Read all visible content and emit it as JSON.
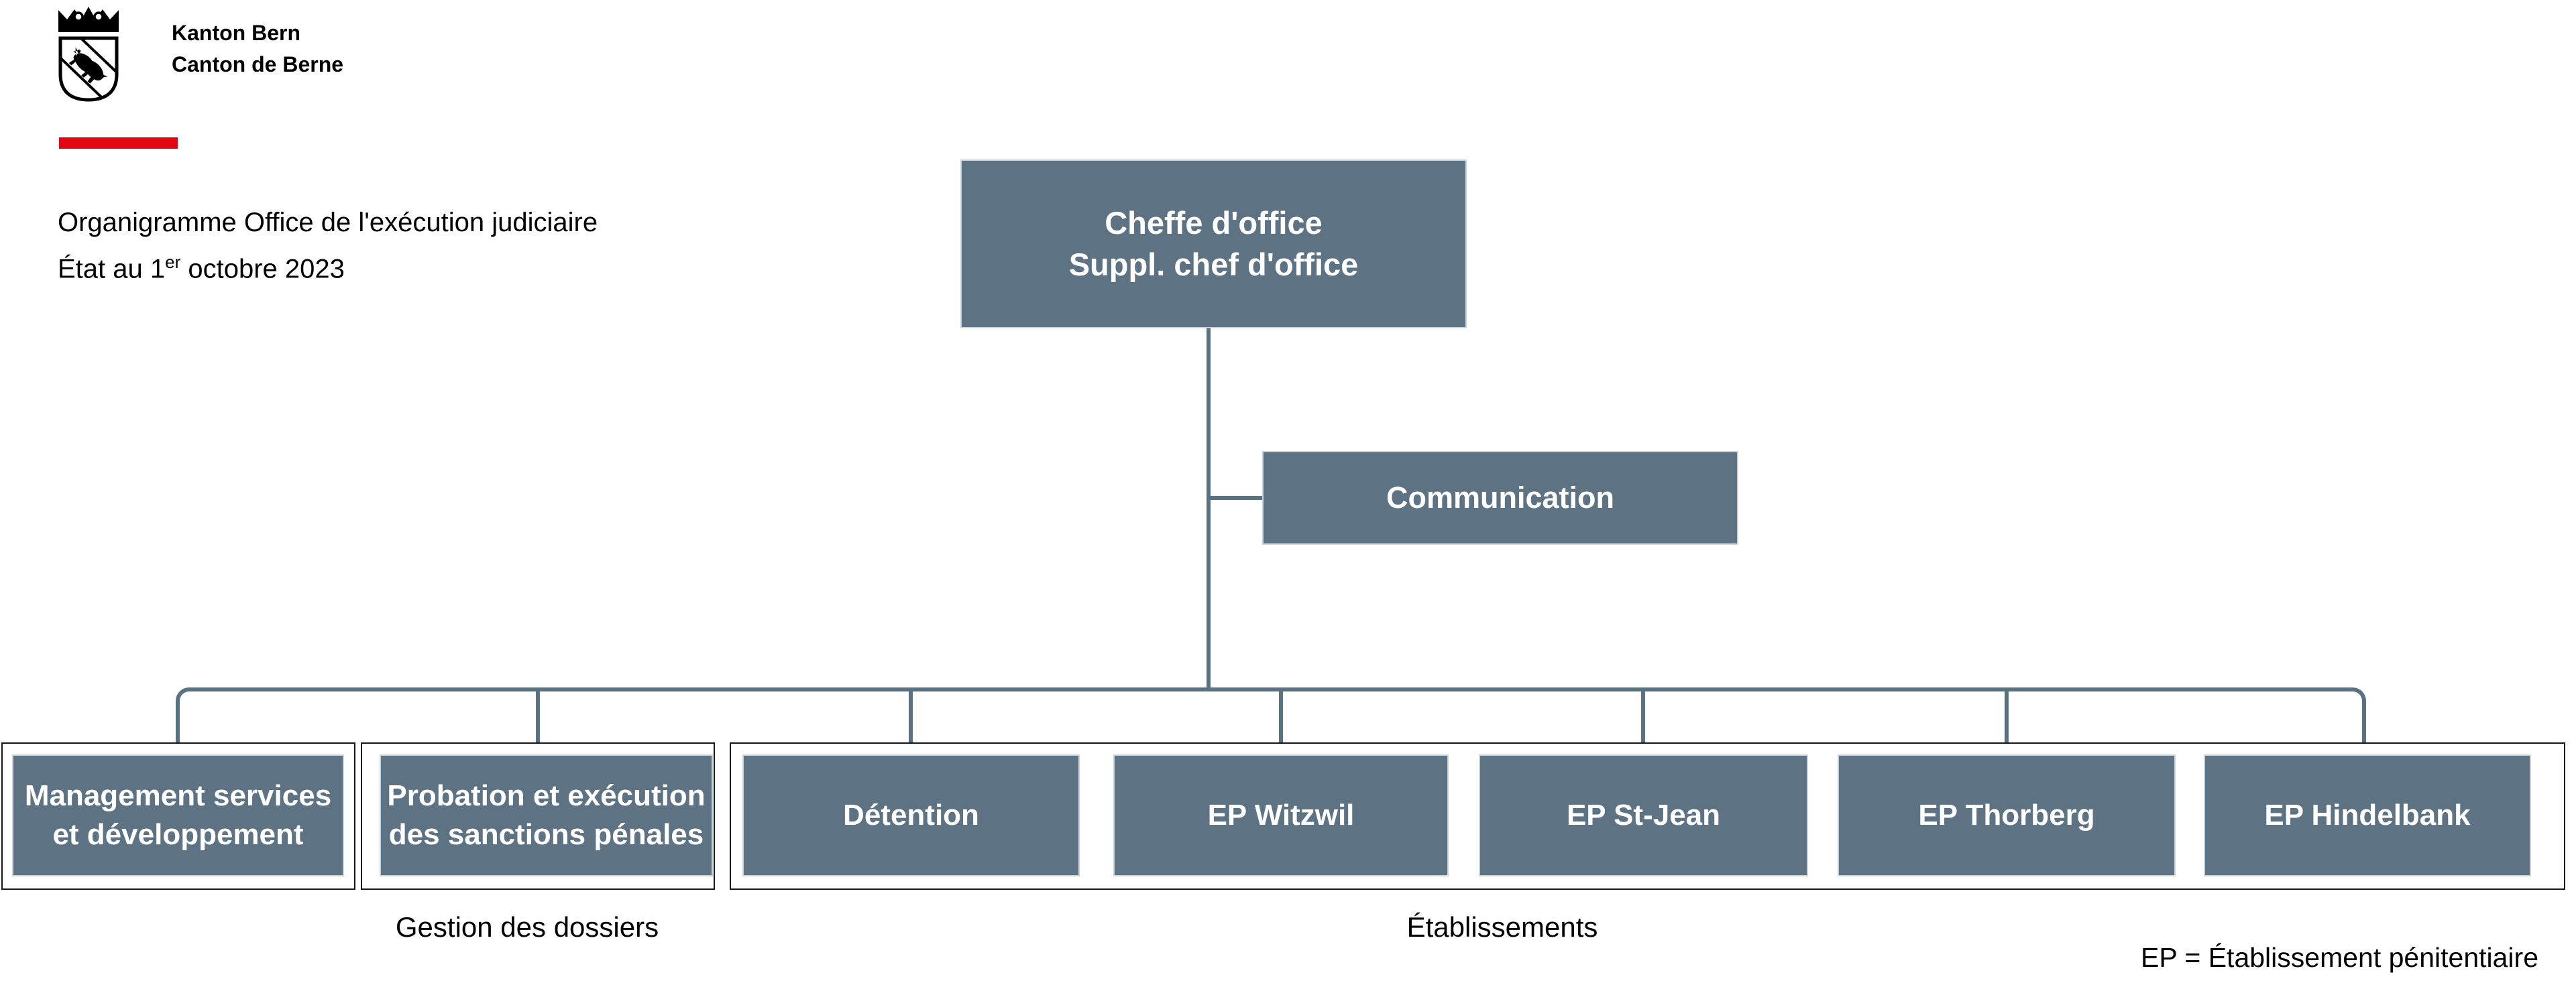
{
  "logo": {
    "crest_icon": "bern-bear-coat-of-arms",
    "name_line1": "Kanton Bern",
    "name_line2": "Canton de Berne",
    "bar_color": "#e30613"
  },
  "header": {
    "title": "Organigramme Office de l'exécution judiciaire",
    "date_prefix": "État au 1",
    "date_superscript": "er",
    "date_suffix": " octobre 2023"
  },
  "orgchart": {
    "colors": {
      "box_fill": "#5d7283",
      "box_border": "#cbd2d8",
      "connector": "#5a7181",
      "container_outline": "#161616",
      "box_text": "#ffffff"
    },
    "root": {
      "line1": "Cheffe d'office",
      "line2": "Suppl. chef d'office"
    },
    "staff_unit": {
      "label": "Communication"
    },
    "units": {
      "management": {
        "line1": "Management services",
        "line2": "et développement"
      },
      "probation": {
        "line1": "Probation et exécution",
        "line2": "des sanctions pénales"
      },
      "detention": {
        "label": "Détention"
      },
      "witzwil": {
        "label": "EP Witzwil"
      },
      "stjean": {
        "label": "EP St-Jean"
      },
      "thorberg": {
        "label": "EP Thorberg"
      },
      "hindelbank": {
        "label": "EP Hindelbank"
      }
    },
    "group_labels": {
      "dossiers": "Gestion des dossiers",
      "etablissements": "Établissements"
    },
    "footnote": "EP = Établissement pénitentiaire"
  }
}
